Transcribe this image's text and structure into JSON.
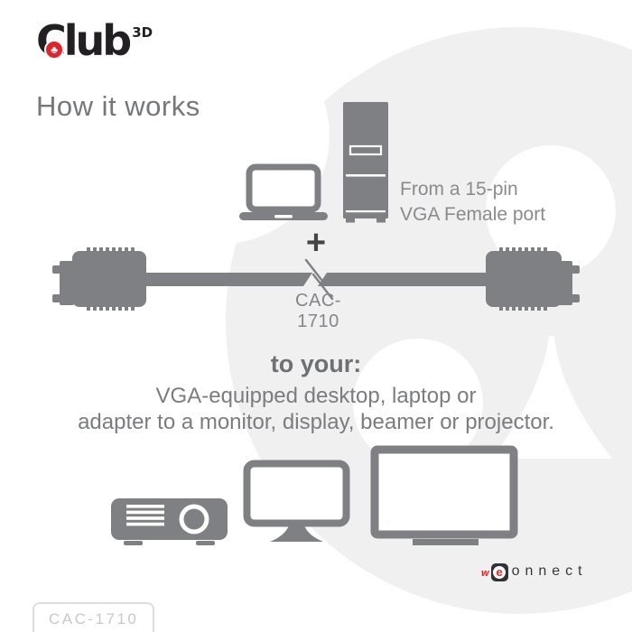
{
  "brand": {
    "name": "Club 3D",
    "word": "Club",
    "sup": "3D",
    "club_glyph": "♣"
  },
  "heading": {
    "title": "How it works"
  },
  "source": {
    "line1": "From a 15-pin",
    "line2": "VGA Female port"
  },
  "connection": {
    "plus": "+"
  },
  "cable": {
    "label": "CAC-1710"
  },
  "destination": {
    "title": "to your:",
    "line1": "VGA-equipped desktop, laptop or",
    "line2": "adapter to a monitor, display, beamer or projector."
  },
  "weconnect": {
    "w": "w",
    "e": "e",
    "rest": "onnect"
  },
  "footer": {
    "product_code": "CAC-1710"
  },
  "icons": {
    "laptop": "laptop-icon",
    "desktop_tower": "desktop-tower-icon",
    "vga_cable": "vga-cable-graphic",
    "projector": "projector-icon",
    "monitor": "monitor-icon",
    "tv": "tv-icon",
    "club_watermark": "club-watermark",
    "club_logo_dot": "club-suit-icon"
  },
  "colors": {
    "accent_red": "#e32229",
    "icon_gray": "#7f8083",
    "text_gray": "#85868a",
    "heading_gray": "#76777a",
    "dark": "#323234",
    "watermark_gray": "#f0f0f1"
  }
}
